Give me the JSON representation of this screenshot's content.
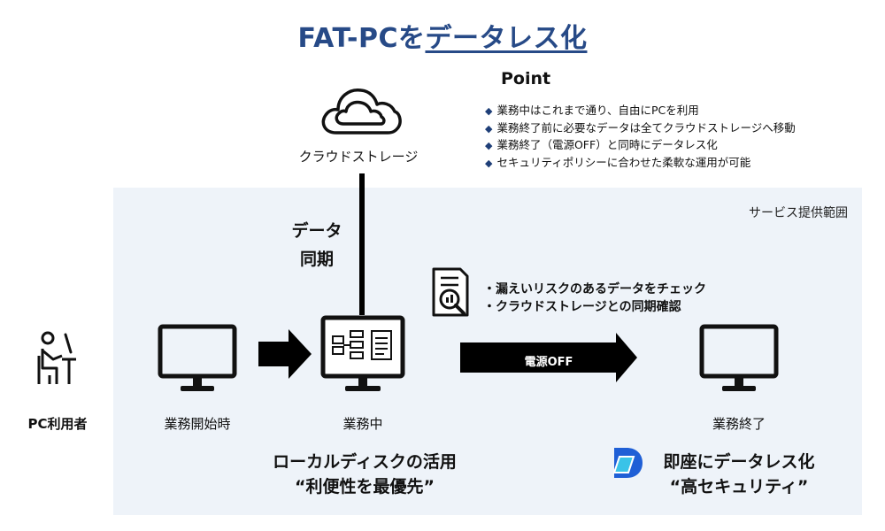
{
  "title": {
    "prefix": "FAT-PCを",
    "underlined": "データレス化"
  },
  "service_area_label": "サービス提供範囲",
  "point": {
    "title": "Point",
    "items": [
      "業務中はこれまで通り、自由にPCを利用",
      "業務終了前に必要なデータは全てクラウドストレージへ移動",
      "業務終了（電源OFF）と同時にデータレス化",
      "セキュリティポリシーに合わせた柔軟な運用が可能"
    ]
  },
  "cloud": {
    "label": "クラウドストレージ"
  },
  "sync": {
    "line1": "データ",
    "line2": "同期"
  },
  "check": {
    "items": [
      "・漏えいリスクのあるデータをチェック",
      "・クラウドストレージとの同期確認"
    ]
  },
  "power_arrow": {
    "label": "電源OFF"
  },
  "user": {
    "label": "PC利用者"
  },
  "stages": {
    "start": "業務開始時",
    "working": "業務中",
    "end": "業務終了"
  },
  "local_disk": {
    "line1": "ローカルディスクの活用",
    "line2": "“利便性を最優先”"
  },
  "dataless": {
    "line1": "即座にデータレス化",
    "line2": "“高セキュリティ”"
  },
  "colors": {
    "title": "#274a87",
    "service_bg": "#eef3f9",
    "logo_blue": "#1f5fd6",
    "logo_cyan": "#39c3e8"
  }
}
